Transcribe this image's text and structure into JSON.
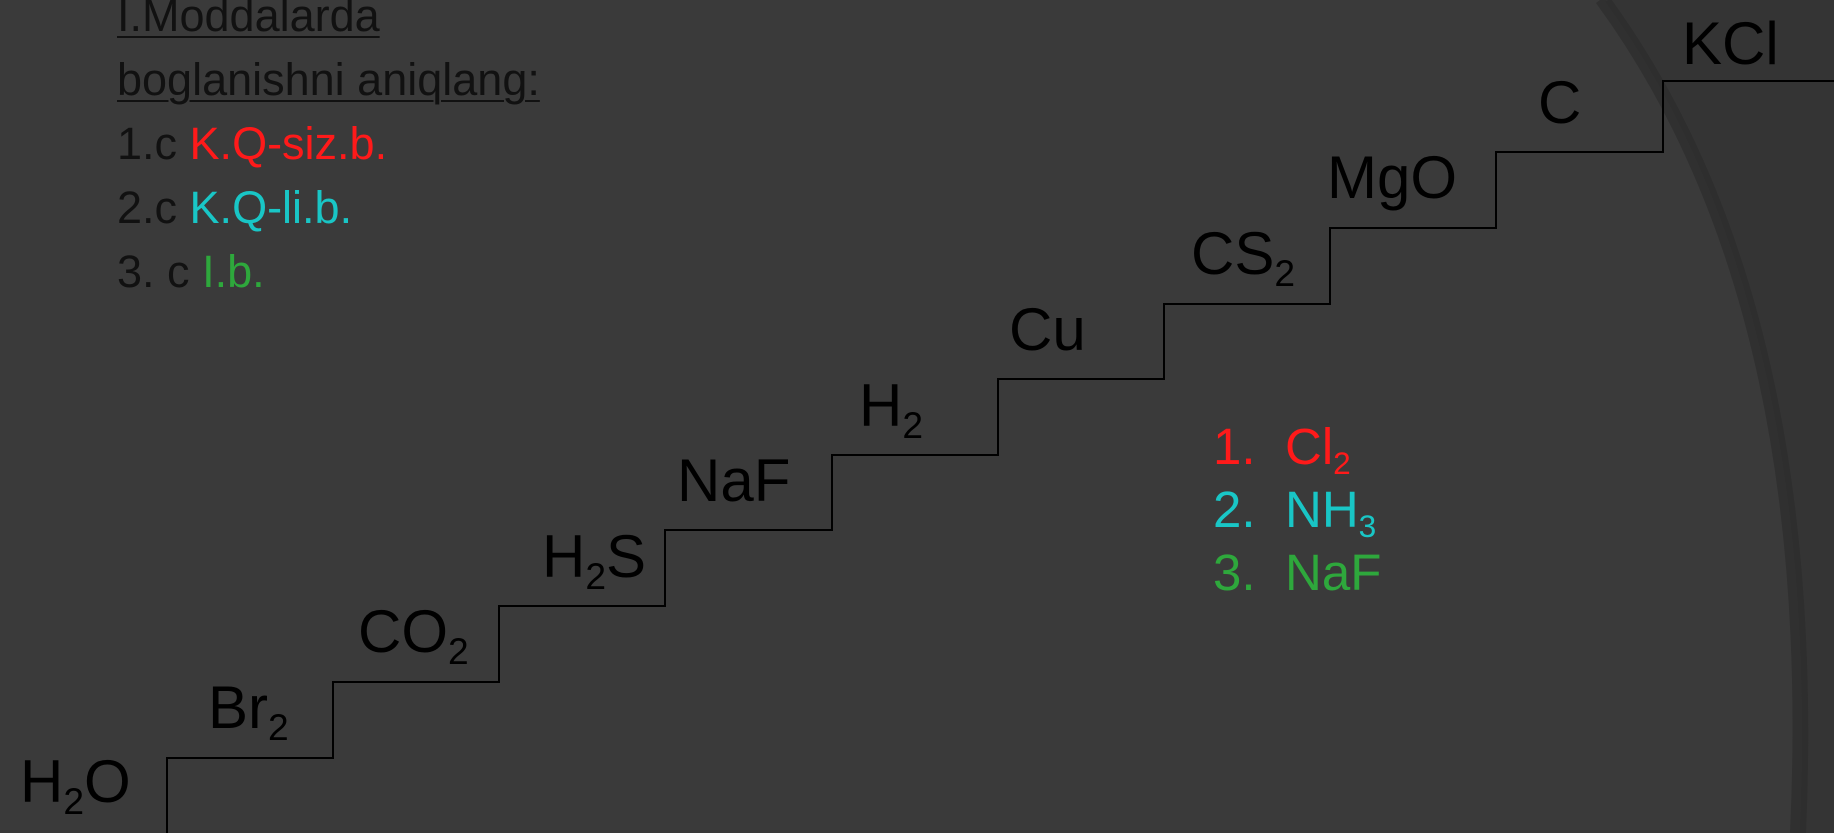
{
  "task": {
    "title_line1": "I.Moddalarda",
    "title_line2": "boglanishni aniqlang:",
    "items": [
      {
        "label": "1.c",
        "answer": "K.Q-siz.b."
      },
      {
        "label": "2.c",
        "answer": "K.Q-li.b."
      },
      {
        "label": "3. c",
        "answer": "I.b."
      }
    ]
  },
  "stairs": [
    {
      "base": "H",
      "sub": "2",
      "tail": "O"
    },
    {
      "base": "Br",
      "sub": "2",
      "tail": ""
    },
    {
      "base": "CO",
      "sub": "2",
      "tail": ""
    },
    {
      "base": "H",
      "sub": "2",
      "tail": "S"
    },
    {
      "base": "NaF",
      "sub": "",
      "tail": ""
    },
    {
      "base": "H",
      "sub": "2",
      "tail": ""
    },
    {
      "base": "Cu",
      "sub": "",
      "tail": ""
    },
    {
      "base": "CS",
      "sub": "2",
      "tail": ""
    },
    {
      "base": "MgO",
      "sub": "",
      "tail": ""
    },
    {
      "base": "C",
      "sub": "",
      "tail": ""
    },
    {
      "base": "KCl",
      "sub": "",
      "tail": ""
    }
  ],
  "answers": [
    {
      "num": "1.",
      "base": "Cl",
      "sub": "2"
    },
    {
      "num": "2.",
      "base": "NH",
      "sub": "3"
    },
    {
      "num": "3.",
      "base": "NaF",
      "sub": ""
    }
  ],
  "colors": {
    "background": "#3a3a3a",
    "text": "#111111",
    "red": "#ff1a1a",
    "cyan": "#19c6c6",
    "green": "#2ea83c"
  }
}
